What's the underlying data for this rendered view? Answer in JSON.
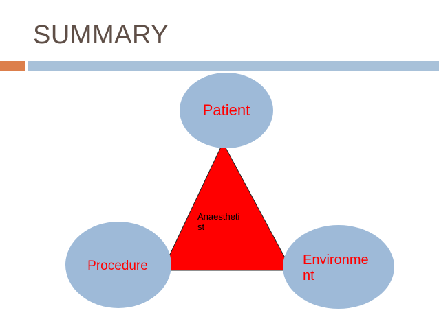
{
  "slide": {
    "title": "SUMMARY"
  },
  "diagram": {
    "center_label_line1": "Anaestheti",
    "center_label_line2": "st",
    "nodes": {
      "patient": "Patient",
      "procedure": "Procedure",
      "environment_line1": "Environme",
      "environment_line2": "nt"
    }
  },
  "colors": {
    "title": "#5f4f47",
    "accent_orange": "#dc7f4c",
    "accent_blue": "#a8c1d9",
    "triangle_fill": "#ff0000",
    "node_fill": "#9ebad8",
    "node_text": "#ff0000",
    "center_text": "#000000"
  }
}
